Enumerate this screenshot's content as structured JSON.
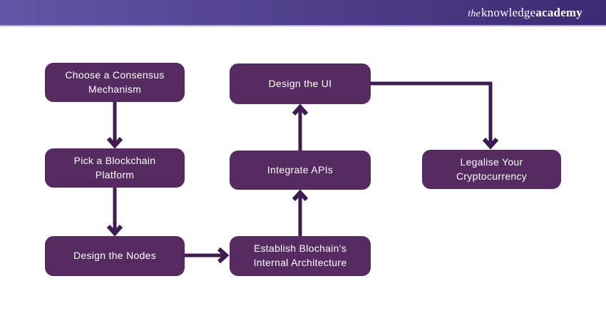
{
  "colors": {
    "header_gradient_left": "#6355a6",
    "header_gradient_right": "#3c2b72",
    "header_underline": "#b3a9d6",
    "node_fill": "#552b61",
    "node_text": "#ffffff",
    "arrow": "#3e1c51",
    "background": "#ffffff"
  },
  "header": {
    "logo": {
      "the": "the",
      "knowledge": "knowledge",
      "academy": "academy"
    }
  },
  "nodes": [
    {
      "id": "choose-consensus",
      "label": "Choose a Consensus Mechanism"
    },
    {
      "id": "pick-platform",
      "label": "Pick a Blockchain Platform"
    },
    {
      "id": "design-nodes",
      "label": "Design the Nodes"
    },
    {
      "id": "establish-architecture",
      "label": "Establish Blochain’s Internal Architecture"
    },
    {
      "id": "integrate-apis",
      "label": "Integrate APIs"
    },
    {
      "id": "design-ui",
      "label": "Design the UI"
    },
    {
      "id": "legalise-crypto",
      "label": "Legalise Your Cryptocurrency"
    }
  ],
  "edges": [
    {
      "from": "choose-consensus",
      "to": "pick-platform",
      "direction": "down"
    },
    {
      "from": "pick-platform",
      "to": "design-nodes",
      "direction": "down"
    },
    {
      "from": "design-nodes",
      "to": "establish-architecture",
      "direction": "right"
    },
    {
      "from": "establish-architecture",
      "to": "integrate-apis",
      "direction": "up"
    },
    {
      "from": "integrate-apis",
      "to": "design-ui",
      "direction": "up"
    },
    {
      "from": "design-ui",
      "to": "legalise-crypto",
      "direction": "right-then-down"
    }
  ]
}
